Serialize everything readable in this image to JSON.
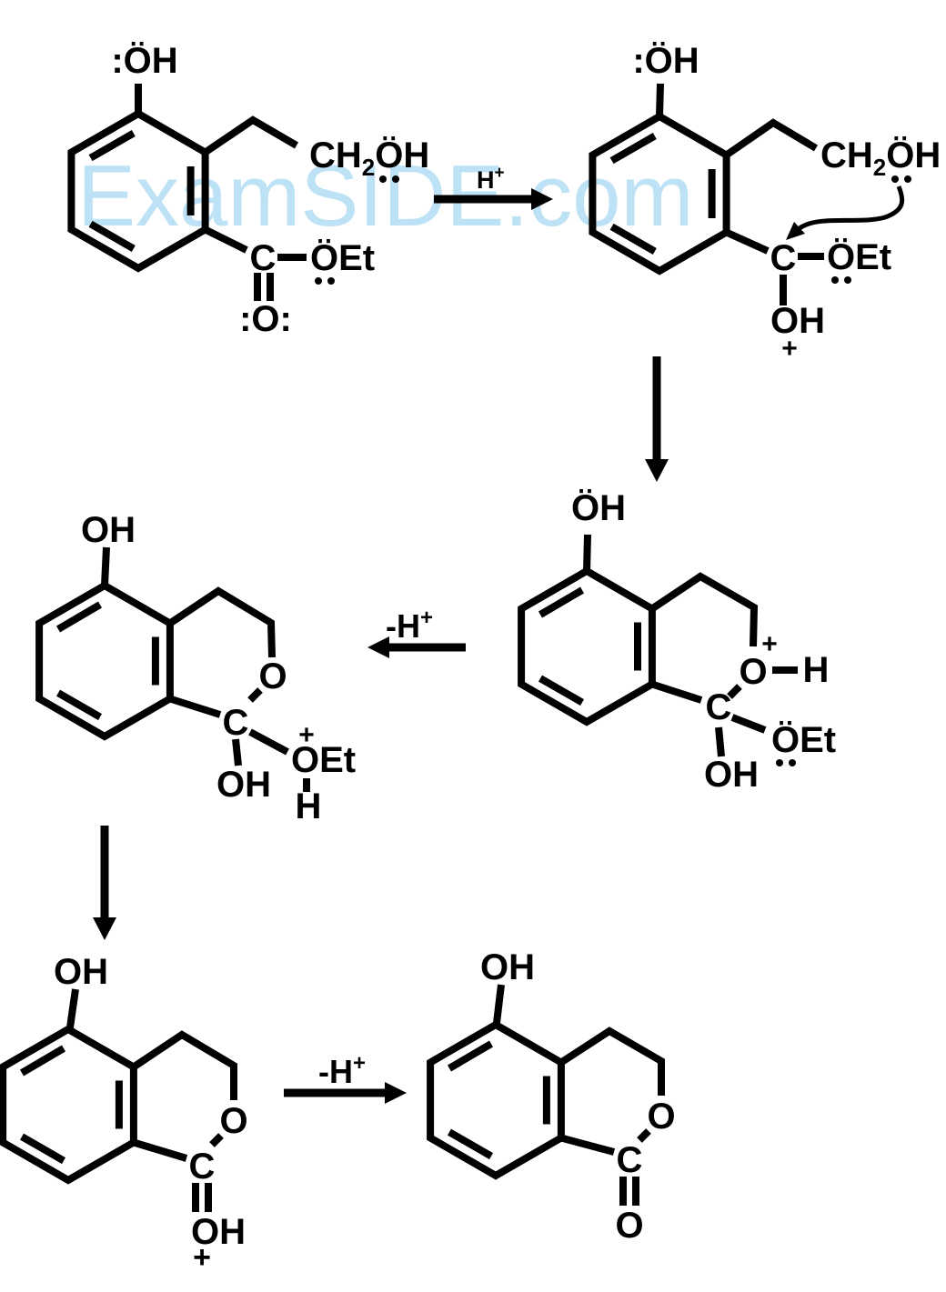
{
  "watermark": {
    "text": "ExamSIDE.com",
    "color": "#bde2f6"
  },
  "arrows": {
    "step1_main": "H",
    "step1_sup": "+",
    "step2_main": "-H",
    "step2_sup": "+",
    "step3_main": "-H",
    "step3_sup": "+"
  },
  "structures": {
    "s1": {
      "phenol": ":ÖH",
      "chain_c": "CH",
      "chain_sub": "2",
      "chain_oh": "ÖH",
      "c": "C",
      "oet": "ÖEt",
      "carbonyl": ":O:"
    },
    "s2": {
      "phenol": ":ÖH",
      "chain_c": "CH",
      "chain_sub": "2",
      "chain_oh": "ÖH",
      "c": "C",
      "oet": "ÖEt",
      "oh": "OH",
      "plus": "+"
    },
    "s3": {
      "phenol": "ÖH",
      "ring_o": "O",
      "plus": "+",
      "h": "H",
      "c": "C",
      "oh": "OH",
      "oet": "ÖEt"
    },
    "s4": {
      "phenol": "OH",
      "ring_o": "O",
      "c": "C",
      "oh": "OH",
      "oet": "OEt",
      "plus": "+",
      "h": "H"
    },
    "s5": {
      "phenol": "OH",
      "ring_o": "O",
      "c": "C",
      "oh": "OH",
      "plus": "+"
    },
    "s6": {
      "phenol": "OH",
      "ring_o": "O",
      "c": "C",
      "carbonyl_o": "O"
    }
  }
}
